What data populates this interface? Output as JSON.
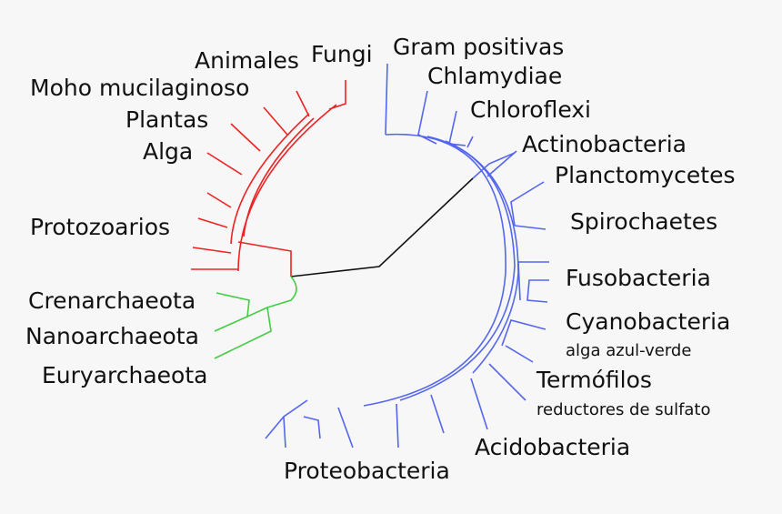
{
  "colors": {
    "eukaryota": "#ee2222",
    "archaea": "#44cc44",
    "bacteria": "#5566ee",
    "root": "#111111"
  },
  "labels": {
    "eukaryota": {
      "animales": "Animales",
      "fungi": "Fungi",
      "moho": "Moho mucilaginoso",
      "plantas": "Plantas",
      "alga": "Alga",
      "protozoarios": "Protozoarios"
    },
    "archaea": {
      "crenarchaeota": "Crenarchaeota",
      "nanoarchaeota": "Nanoarchaeota",
      "euryarchaeota": "Euryarchaeota"
    },
    "bacteria": {
      "gram": "Gram positivas",
      "chlamydiae": "Chlamydiae",
      "chloroflexi": "Chloroflexi",
      "actinobacteria": "Actinobacteria",
      "planctomycetes": "Planctomycetes",
      "spirochaetes": "Spirochaetes",
      "fusobacteria": "Fusobacteria",
      "cyanobacteria": "Cyanobacteria",
      "cyanobacteria_note": "alga azul-verde",
      "termofilos": "Termófilos",
      "termofilos_note": "reductores de sulfato",
      "acidobacteria": "Acidobacteria",
      "proteobacteria": "Proteobacteria"
    }
  }
}
